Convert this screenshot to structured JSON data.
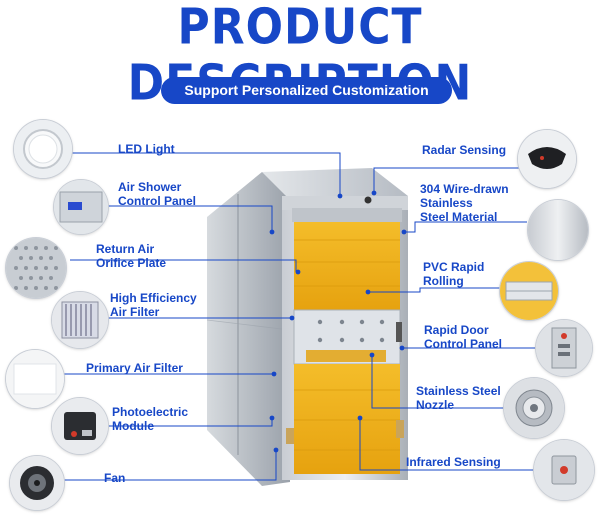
{
  "header": {
    "title": "PRODUCT DESCRIPTION",
    "subtitle": "Support Personalized Customization"
  },
  "labels": {
    "led_light": "LED Light",
    "air_shower_panel": "Air Shower\nControl Panel",
    "return_air_plate": "Return Air\nOrifice Plate",
    "hepa_filter": "High Efficiency\nAir Filter",
    "primary_filter": "Primary Air Filter",
    "photoelectric": "Photoelectric\nModule",
    "fan": "Fan",
    "radar": "Radar Sensing",
    "steel_304": "304 Wire-drawn\nStainless\nSteel Material",
    "pvc_rolling": "PVC Rapid\nRolling",
    "door_panel": "Rapid Door\nControl Panel",
    "nozzle": "Stainless Steel\nNozzle",
    "infrared": "Infrared Sensing"
  },
  "colors": {
    "brand_blue": "#1747c7",
    "door_yellow": "#f2b21a",
    "steel_gray": "#b8bec6"
  },
  "icons": {
    "led_light": "led-disc-icon",
    "air_shower_panel": "control-panel-icon",
    "return_air_plate": "mesh-plate-icon",
    "hepa_filter": "pleated-filter-icon",
    "primary_filter": "filter-sheet-icon",
    "photoelectric": "sensor-module-icon",
    "fan": "blower-fan-icon",
    "radar": "radar-dome-icon",
    "steel_304": "steel-sheet-icon",
    "pvc_rolling": "roller-icon",
    "door_panel": "button-panel-icon",
    "nozzle": "nozzle-icon",
    "infrared": "infrared-sensor-icon"
  }
}
